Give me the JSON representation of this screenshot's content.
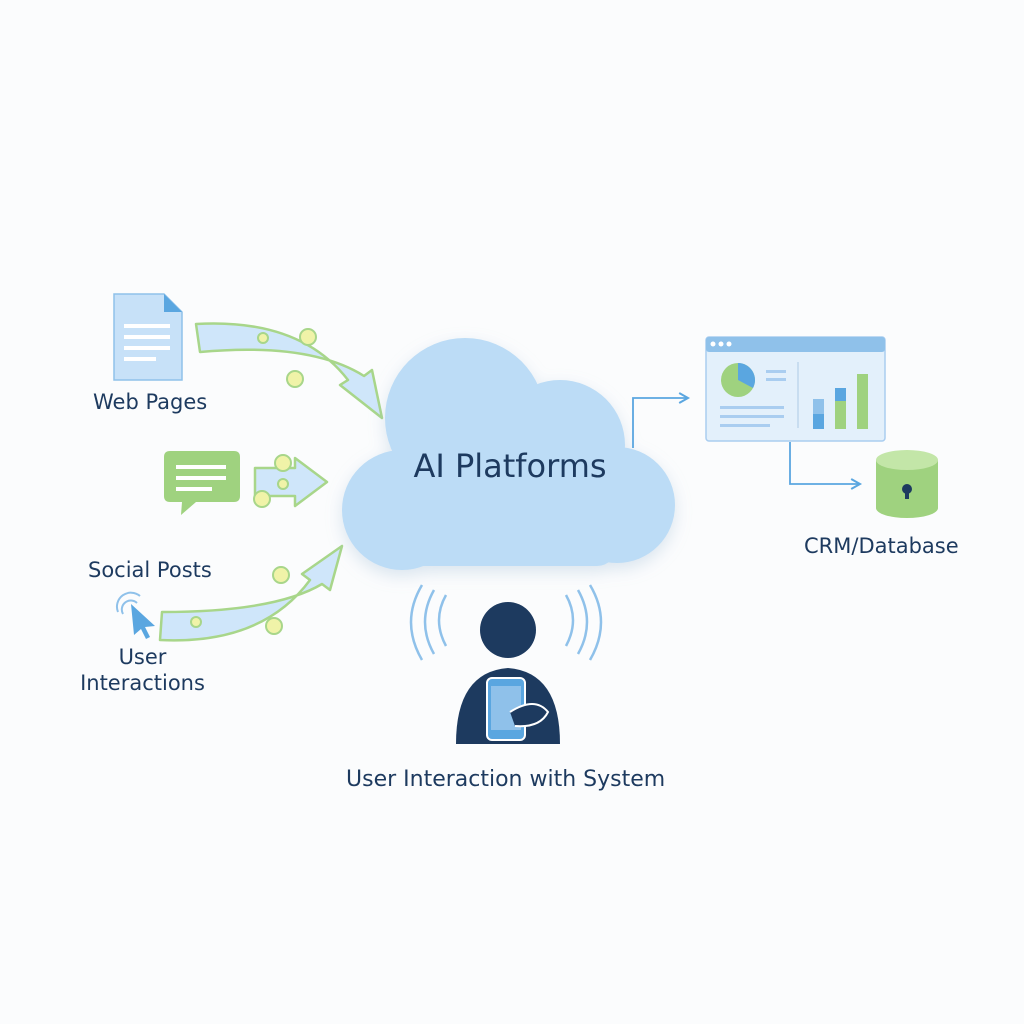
{
  "nodes": {
    "web_pages": "Web Pages",
    "social_posts": "Social Posts",
    "user_interactions": "User Interactions",
    "ai_platforms": "AI Platforms",
    "crm_database": "CRM/Database",
    "user_interaction_system": "User Interaction with System"
  },
  "icons": [
    "document-icon",
    "chat-bubble-icon",
    "cursor-click-icon",
    "cloud-icon",
    "dashboard-icon",
    "database-lock-icon",
    "person-with-phone-icon"
  ],
  "colors": {
    "cloud": "#bcdcf6",
    "arrow_fill": "#cfe6fa",
    "arrow_outline": "#a8d68a",
    "dot": "#f0f3a8",
    "green_icon": "#9fd27f",
    "blue_icon": "#c7e1f8",
    "navy": "#1d3a5f",
    "connector": "#5aa6e0"
  }
}
